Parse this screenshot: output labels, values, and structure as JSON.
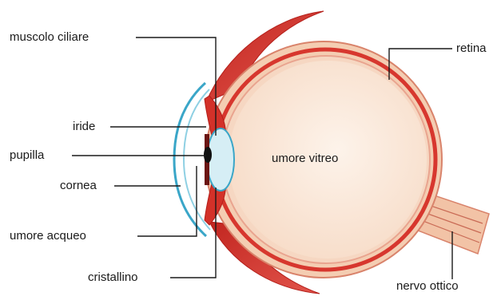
{
  "labels": {
    "muscolo_ciliare": "muscolo ciliare",
    "iride": "iride",
    "pupilla": "pupilla",
    "cornea": "cornea",
    "umore_acqueo": "umore acqueo",
    "cristallino": "cristallino",
    "retina": "retina",
    "umore_vitreo": "umore vitreo",
    "nervo_ottico": "nervo ottico"
  },
  "colors": {
    "sclera_outer": "#d12d26",
    "sclera_mid": "#e0645c",
    "choroid": "#f2c9ad",
    "vitreous": "#fbe9dc",
    "lens": "#d6eef5",
    "cornea_line": "#3aa6c8",
    "pupil": "#111111",
    "leader": "#1a1a1a"
  }
}
